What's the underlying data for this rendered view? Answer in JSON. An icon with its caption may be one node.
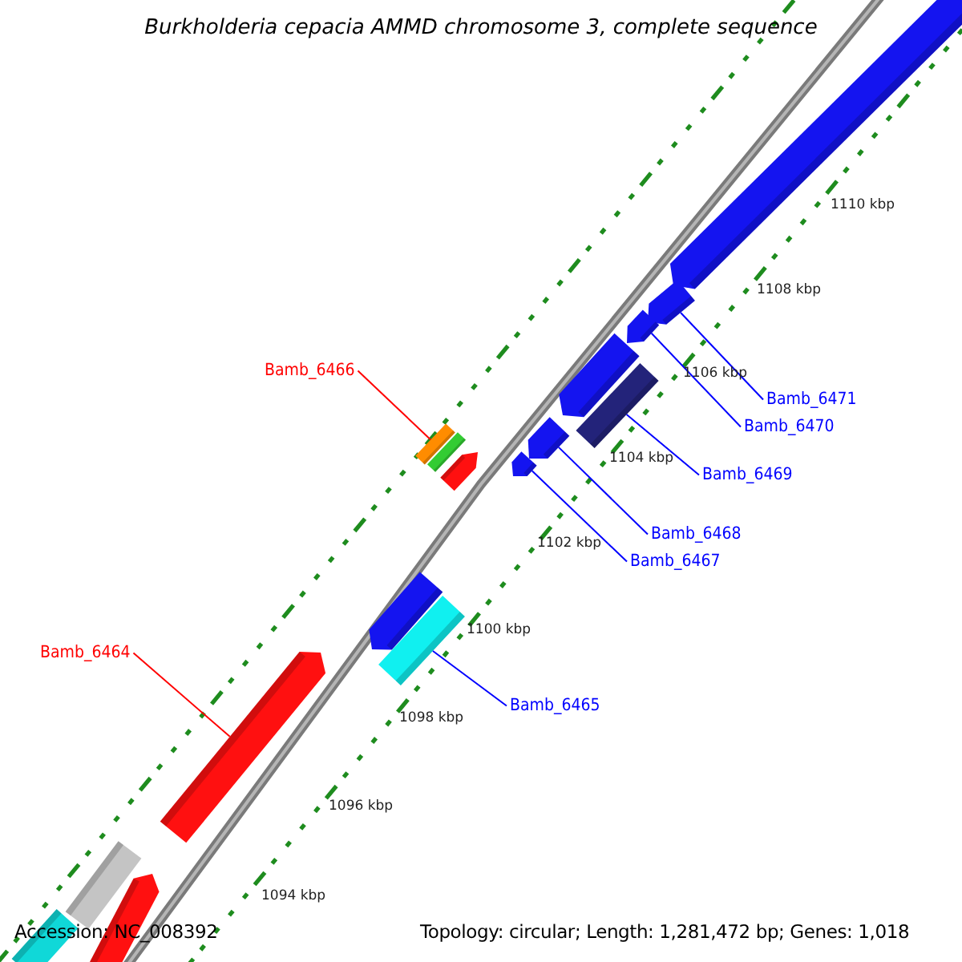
{
  "diagram": {
    "title": "Burkholderia cepacia AMMD chromosome 3, complete sequence",
    "nodes": [
      {
        "text": [],
        "shape": "arrow"
      },
      {
        "text": [],
        "shape": "arrow"
      },
      {
        "text": [],
        "shape": "arrow"
      },
      {
        "text": [],
        "shape": "arrow"
      },
      {
        "text": [
          "Bamb_6466"
        ]
      },
      {
        "text": [],
        "shape": "bar"
      },
      {
        "text": [
          "Bamb_6471"
        ]
      },
      {
        "text": [],
        "shape": "bar"
      },
      {
        "text": [],
        "shape": "bar"
      },
      {
        "text": [
          "Bamb_6470"
        ]
      },
      {
        "text": [],
        "shape": "arrow"
      },
      {
        "text": [],
        "shape": "arrow"
      },
      {
        "text": [],
        "shape": "arrow"
      },
      {
        "text": [
          "Bamb_6469"
        ]
      },
      {
        "text": [
          "Bamb_6468"
        ]
      },
      {
        "text": [
          "Bamb_6467"
        ]
      },
      {
        "text": [],
        "shape": "arrow"
      },
      {
        "text": [],
        "shape": "bar"
      },
      {
        "text": [
          "Bamb_6464"
        ]
      },
      {
        "text": [],
        "shape": "arrow"
      },
      {
        "text": [
          "Bamb_6465"
        ]
      },
      {
        "text": [],
        "shape": "bar"
      },
      {
        "text": [],
        "shape": "arrow"
      },
      {
        "text": [],
        "shape": "bar"
      }
    ],
    "edges": [
      {
        "from": 4,
        "to": 7,
        "arrow": "none",
        "color": "#ff0000"
      },
      {
        "from": 6,
        "to": 1,
        "arrow": "none"
      },
      {
        "from": 9,
        "to": 2,
        "arrow": "none"
      },
      {
        "from": 13,
        "to": 5,
        "arrow": "none"
      },
      {
        "from": 14,
        "to": 10,
        "arrow": "none"
      },
      {
        "from": 15,
        "to": 12,
        "arrow": "none"
      },
      {
        "from": 18,
        "to": 19,
        "arrow": "none",
        "color": "#ff0000"
      },
      {
        "from": 20,
        "to": 17,
        "arrow": "none"
      }
    ],
    "labels": [
      "1110 kbp",
      "1108 kbp",
      "1106 kbp",
      "1104 kbp",
      "1102 kbp",
      "1100 kbp",
      "1098 kbp",
      "1096 kbp",
      "1094 kbp",
      "Accession: NC_008392",
      "Topology: circular; Length: 1,281,472 bp; Genes: 1,018"
    ]
  }
}
